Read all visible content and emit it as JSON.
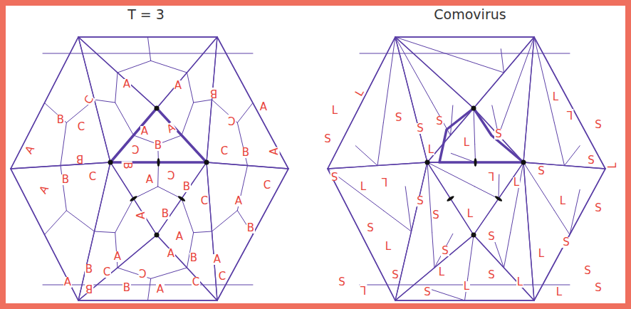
{
  "diagram": {
    "labels": [
      "T = 3",
      "Comovirus",
      "C",
      "A",
      "A",
      "B",
      "B",
      "C",
      "A",
      "A",
      "C",
      "A",
      "B",
      "C",
      "A",
      "B",
      "C",
      "B",
      "A",
      "C",
      "B",
      "A",
      "A",
      "B",
      "B",
      "C",
      "C",
      "A",
      "C",
      "B",
      "A",
      "B",
      "A",
      "A",
      "B",
      "A",
      "B",
      "C",
      "A",
      "B",
      "C",
      "B",
      "A",
      "C",
      "C",
      "A",
      "L",
      "S",
      "S",
      "S",
      "L",
      "L",
      "S",
      "L",
      "S",
      "L",
      "L",
      "S",
      "S",
      "L",
      "S",
      "L",
      "L",
      "L",
      "L",
      "S",
      "L",
      "S",
      "S",
      "S",
      "L",
      "S",
      "L",
      "S",
      "S",
      "L",
      "S",
      "S",
      "L",
      "L",
      "S",
      "S",
      "L",
      "S",
      "L",
      "L",
      "S",
      "S"
    ]
  }
}
